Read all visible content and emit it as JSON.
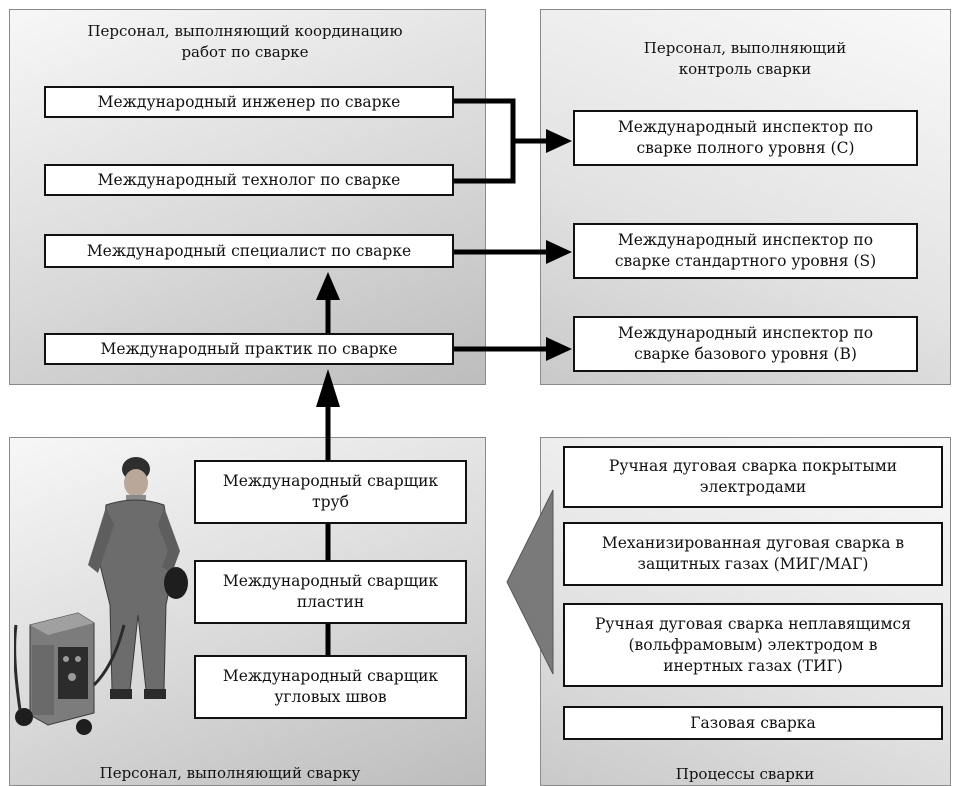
{
  "coordination": {
    "title": "Персонал, выполняющий координацию\nработ по сварке",
    "engineer": "Международный инженер по сварке",
    "technologist": "Международный технолог по сварке",
    "specialist": "Международный специалист по сварке",
    "practitioner": "Международный практик по сварке"
  },
  "inspection": {
    "title": "Персонал, выполняющий\nконтроль сварки",
    "comprehensive": "Международный инспектор по\nсварке полного уровня (C)",
    "standard": "Международный инспектор по\nсварке стандартного уровня (S)",
    "basic": "Международный инспектор по\nсварке базового уровня (B)"
  },
  "welding_personnel": {
    "title": "Персонал, выполняющий сварку",
    "pipe": "Международный сварщик\nтруб",
    "plate": "Международный сварщик\nпластин",
    "fillet": "Международный сварщик\nугловых швов"
  },
  "processes": {
    "title": "Процессы сварки",
    "mma": "Ручная дуговая сварка покрытыми\nэлектродами",
    "mig_mag": "Механизированная дуговая сварка в\nзащитных газах (МИГ/МАГ)",
    "tig": "Ручная дуговая сварка неплавящимся\n(вольфрамовым) электродом в\nинертных газах (ТИГ)",
    "gas": "Газовая сварка"
  }
}
